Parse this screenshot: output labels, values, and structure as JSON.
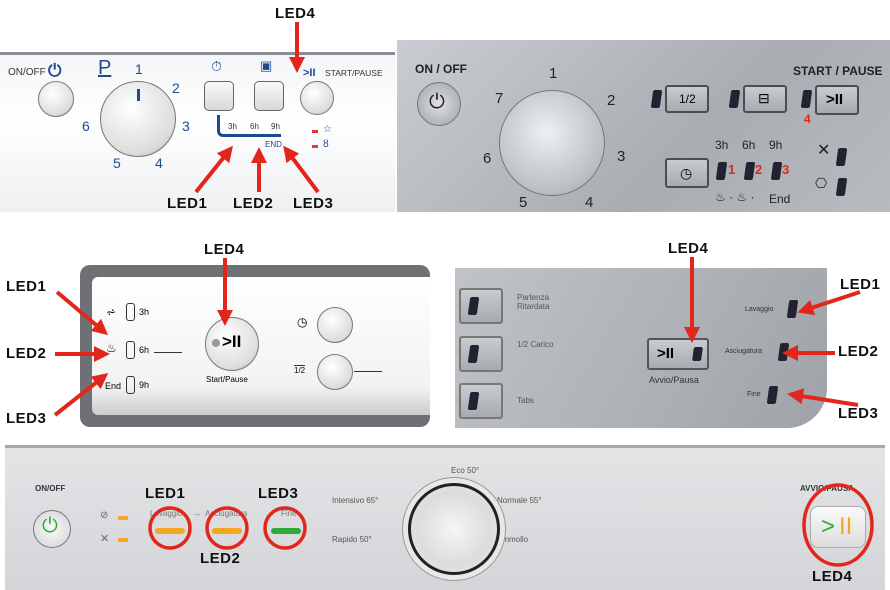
{
  "panel1": {
    "on_off": "ON/OFF",
    "program_symbol": "P",
    "dial_numbers": [
      "1",
      "2",
      "3",
      "4",
      "5",
      "6"
    ],
    "start_pause": "START/PAUSE",
    "hours": [
      "3h",
      "6h",
      "9h"
    ],
    "end": "END",
    "led_labels": {
      "led1": "LED1",
      "led2": "LED2",
      "led3": "LED3",
      "led4": "LED4"
    }
  },
  "panel2": {
    "on_off": "ON / OFF",
    "dial_numbers": [
      "1",
      "2",
      "3",
      "4",
      "5",
      "6",
      "7"
    ],
    "half_load": "1/2",
    "start_pause": "START / PAUSE",
    "hours": [
      "3h",
      "6h",
      "9h"
    ],
    "led_numbers": [
      "1",
      "2",
      "3",
      "4"
    ],
    "end": "End"
  },
  "panel3": {
    "hours": [
      "3h",
      "6h",
      "9h"
    ],
    "end": "End",
    "start_pause": "Start/Pause",
    "half": "1/2",
    "led_labels": {
      "led1": "LED1",
      "led2": "LED2",
      "led3": "LED3",
      "led4": "LED4"
    }
  },
  "panel4": {
    "buttons": [
      "Partenza Ritardata",
      "1/2 Carico",
      "Tabs"
    ],
    "start_pause": "Avvio/Pausa",
    "phases": [
      "Lavaggio",
      "Asciugatura",
      "Fine"
    ],
    "led_labels": {
      "led1": "LED1",
      "led2": "LED2",
      "led3": "LED3",
      "led4": "LED4"
    }
  },
  "panel5": {
    "on_off": "ON/OFF",
    "phases": [
      "Lavaggio",
      "Asciugatura",
      "Fine"
    ],
    "programs": {
      "top": "Eco 50°",
      "top_left": "Intensivo 65°",
      "top_right": "Normale 55°",
      "bottom_left": "Rapido 50°",
      "bottom_right": "Ammollo"
    },
    "start_pause": "AVVIO/PAUSA",
    "led_labels": {
      "led1": "LED1",
      "led2": "LED2",
      "led3": "LED3",
      "led4": "LED4"
    },
    "led_colors": {
      "orange": "#f5a623",
      "green": "#2eaa3c"
    }
  },
  "colors": {
    "arrow": "#e3261c",
    "blue": "#1e4b8f"
  }
}
